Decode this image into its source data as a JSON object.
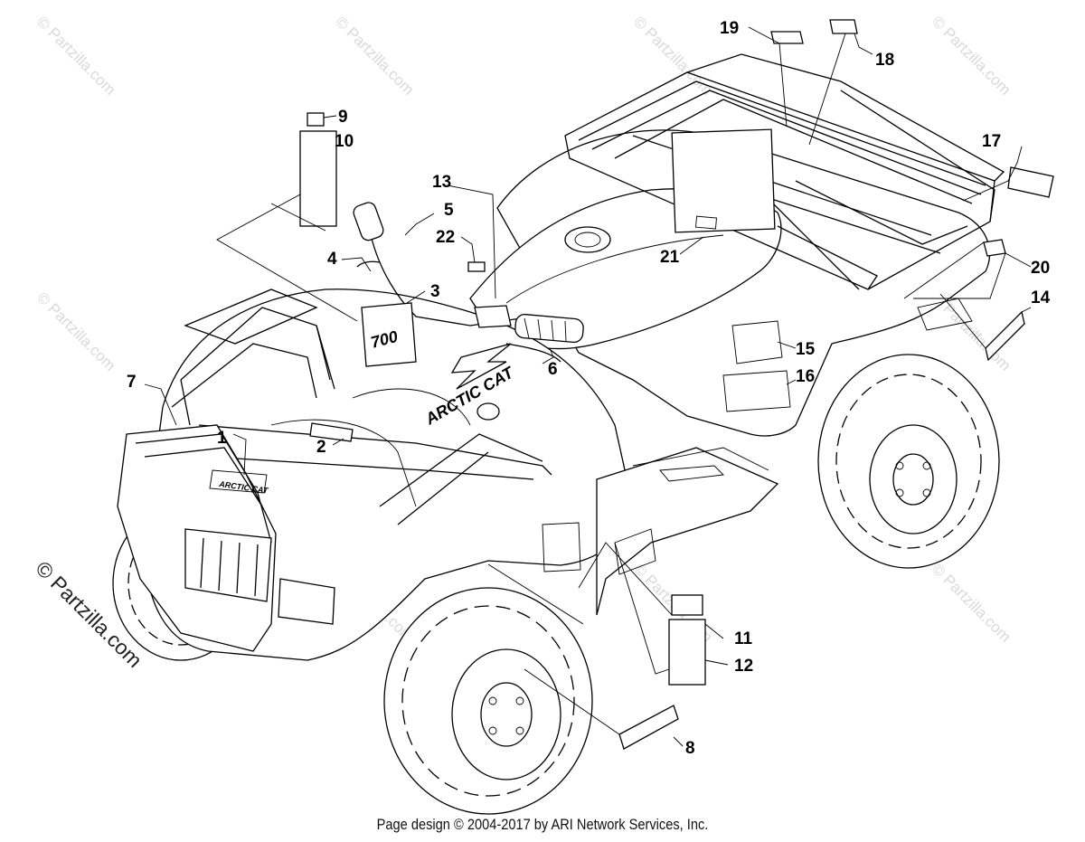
{
  "callouts": {
    "c1": "1",
    "c2": "2",
    "c3": "3",
    "c4": "4",
    "c5": "5",
    "c6": "6",
    "c7": "7",
    "c8": "8",
    "c9": "9",
    "c10": "10",
    "c11": "11",
    "c12": "12",
    "c13": "13",
    "c14": "14",
    "c15": "15",
    "c16": "16",
    "c17": "17",
    "c18": "18",
    "c19": "19",
    "c20": "20",
    "c21": "21",
    "c22": "22"
  },
  "watermark": {
    "text": "© Partzilla.com",
    "side_text": "© Partzilla.com"
  },
  "vehicle_text": {
    "tank_brand": "ARCTIC CAT",
    "bumper_brand": "ARCTIC CAT",
    "display_model": "700"
  },
  "footer": {
    "text": "Page design © 2004-2017 by ARI Network Services, Inc."
  }
}
